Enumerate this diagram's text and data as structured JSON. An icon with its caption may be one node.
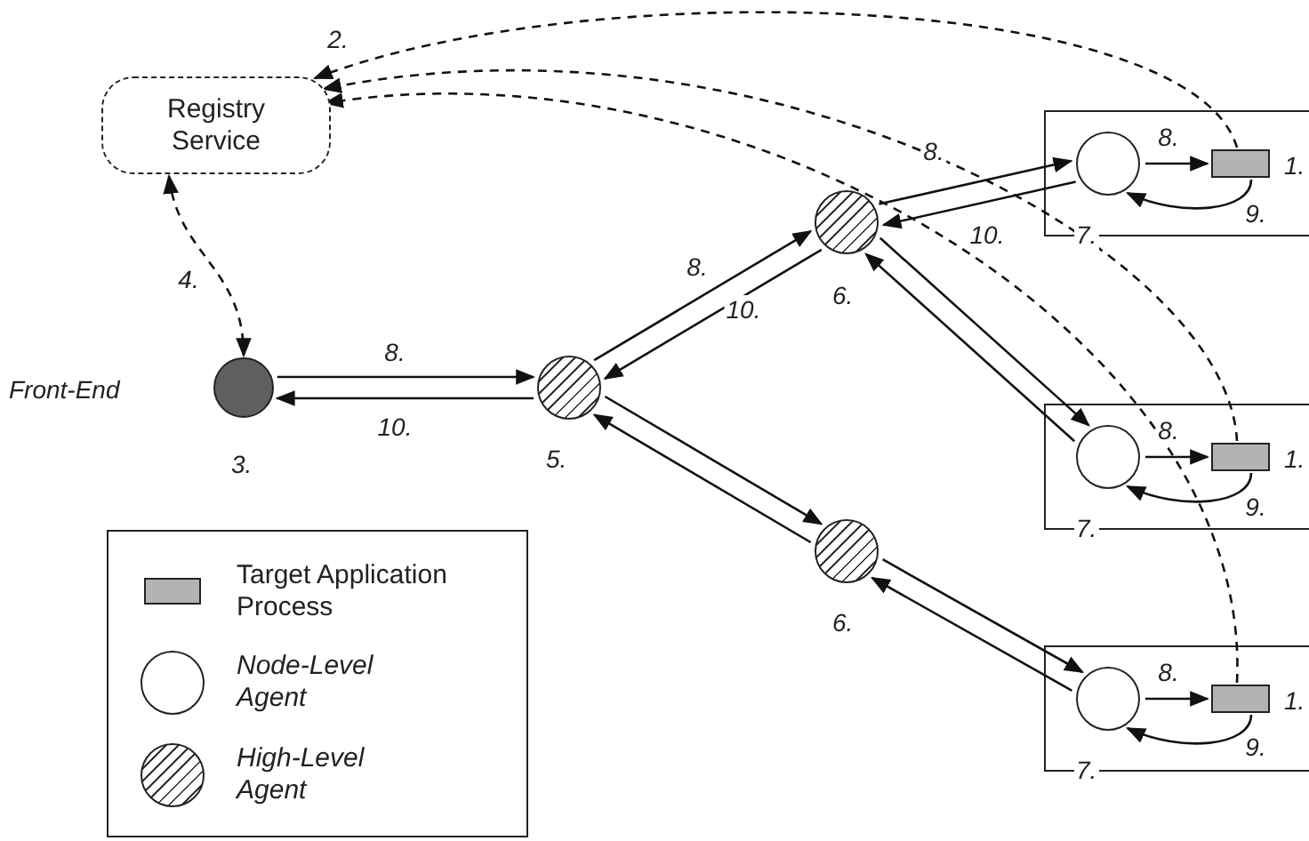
{
  "diagram": {
    "nodes": [
      {
        "text": [
          "Registry Service"
        ]
      },
      {
        "text": [],
        "shape": "circle",
        "beside": [
          "Front-End",
          "3."
        ]
      },
      {
        "text": [],
        "shape": "circle",
        "beside": [
          "5."
        ]
      },
      {
        "text": [],
        "shape": "circle",
        "beside": [
          "6."
        ]
      },
      {
        "text": [],
        "shape": "circle",
        "beside": [
          "6."
        ]
      },
      {
        "text": [],
        "shape": "box"
      },
      {
        "text": [],
        "shape": "circle",
        "in": 5,
        "beside": [
          "7."
        ]
      },
      {
        "text": [],
        "shape": "box",
        "in": 5,
        "beside": [
          "1."
        ]
      },
      {
        "text": [],
        "shape": "box"
      },
      {
        "text": [],
        "shape": "circle",
        "in": 8,
        "beside": [
          "7."
        ]
      },
      {
        "text": [],
        "shape": "box",
        "in": 8,
        "beside": [
          "1."
        ]
      },
      {
        "text": [],
        "shape": "box"
      },
      {
        "text": [],
        "shape": "circle",
        "in": 11,
        "beside": [
          "7."
        ]
      },
      {
        "text": [],
        "shape": "box",
        "in": 11,
        "beside": [
          "1."
        ]
      }
    ],
    "edges": [
      {
        "from": 1,
        "to": 2,
        "arrow": "to",
        "label": "8."
      },
      {
        "from": 2,
        "to": 1,
        "arrow": "to",
        "label": "10."
      },
      {
        "from": 2,
        "to": 3,
        "arrow": "to",
        "label": "8."
      },
      {
        "from": 3,
        "to": 2,
        "arrow": "to",
        "label": "10."
      },
      {
        "from": 2,
        "to": 4,
        "arrow": "to"
      },
      {
        "from": 4,
        "to": 2,
        "arrow": "to"
      },
      {
        "from": 3,
        "to": 6,
        "arrow": "to",
        "label": "8."
      },
      {
        "from": 6,
        "to": 3,
        "arrow": "to",
        "label": "10."
      },
      {
        "from": 3,
        "to": 9,
        "arrow": "to"
      },
      {
        "from": 9,
        "to": 3,
        "arrow": "to"
      },
      {
        "from": 4,
        "to": 12,
        "arrow": "to"
      },
      {
        "from": 12,
        "to": 4,
        "arrow": "to"
      },
      {
        "from": 6,
        "to": 7,
        "arrow": "to",
        "label": "8."
      },
      {
        "from": 7,
        "to": 6,
        "arrow": "to",
        "label": "9."
      },
      {
        "from": 9,
        "to": 10,
        "arrow": "to",
        "label": "8."
      },
      {
        "from": 10,
        "to": 9,
        "arrow": "to",
        "label": "9."
      },
      {
        "from": 12,
        "to": 13,
        "arrow": "to",
        "label": "8."
      },
      {
        "from": 13,
        "to": 12,
        "arrow": "to",
        "label": "9."
      },
      {
        "from": 0,
        "to": 1,
        "arrow": "both",
        "style": "dashed",
        "label": "4."
      },
      {
        "from": 7,
        "to": 0,
        "arrow": "to",
        "style": "dashed",
        "label": "2."
      },
      {
        "from": 10,
        "to": 0,
        "arrow": "to",
        "style": "dashed"
      },
      {
        "from": 13,
        "to": 0,
        "arrow": "to",
        "style": "dashed"
      }
    ],
    "legend": [
      {
        "text": "Target Application Process"
      },
      {
        "text": "Node-Level Agent"
      },
      {
        "text": "High-Level Agent"
      }
    ]
  }
}
